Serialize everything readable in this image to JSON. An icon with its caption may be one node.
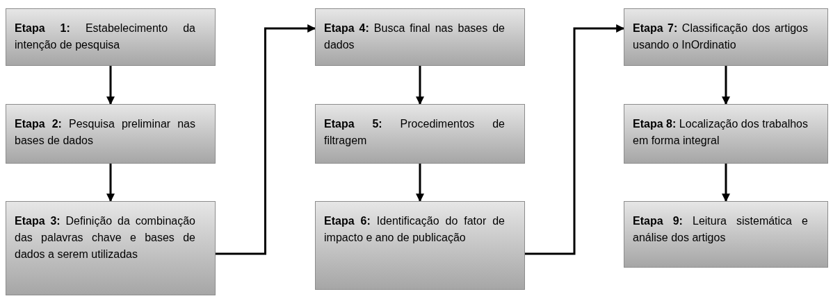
{
  "diagram": {
    "nodes": [
      {
        "text": [
          "**Etapa 1:** Estabelecimento da intenção de pesquisa"
        ]
      },
      {
        "text": [
          "**Etapa 2:** Pesquisa preliminar nas bases de dados"
        ]
      },
      {
        "text": [
          "**Etapa 3:** Definição da combinação das palavras chave e bases de dados a serem utilizadas"
        ]
      },
      {
        "text": [
          "**Etapa 4:** Busca final nas bases de dados"
        ]
      },
      {
        "text": [
          "**Etapa 5:** Procedimentos de filtragem"
        ]
      },
      {
        "text": [
          "**Etapa 6:** Identificação do fator de impacto e ano de publicação"
        ]
      },
      {
        "text": [
          "**Etapa 7:** Classificação dos artigos usando o InOrdinatio"
        ]
      },
      {
        "text": [
          "**Etapa 8:** Localização dos trabalhos em forma integral"
        ]
      },
      {
        "text": [
          "**Etapa 9:** Leitura sistemática e análise dos artigos"
        ]
      }
    ],
    "edges": [
      {
        "from": 0,
        "to": 1,
        "arrow": "to"
      },
      {
        "from": 1,
        "to": 2,
        "arrow": "to"
      },
      {
        "from": 2,
        "to": 3,
        "arrow": "to"
      },
      {
        "from": 3,
        "to": 4,
        "arrow": "to"
      },
      {
        "from": 4,
        "to": 5,
        "arrow": "to"
      },
      {
        "from": 5,
        "to": 6,
        "arrow": "to"
      },
      {
        "from": 6,
        "to": 7,
        "arrow": "to"
      },
      {
        "from": 7,
        "to": 8,
        "arrow": "to"
      }
    ]
  }
}
